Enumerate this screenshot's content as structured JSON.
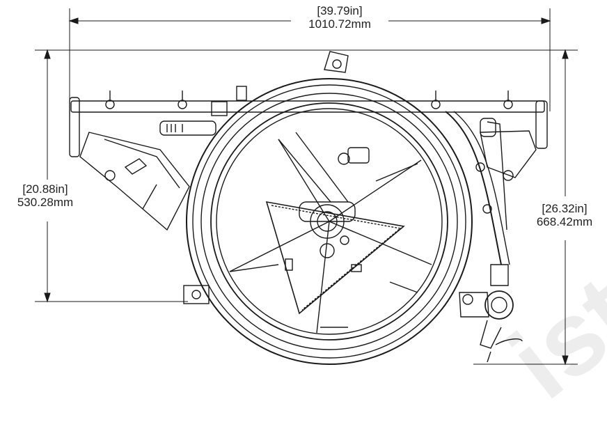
{
  "drawing": {
    "ink_color": "#1a1a1a",
    "watermark_color": "#cccccc"
  },
  "dimensions": {
    "overall_width": {
      "imperial": "[39.79in]",
      "metric": "1010.72mm"
    },
    "side_height": {
      "imperial": "[20.88in]",
      "metric": "530.28mm"
    },
    "overall_height": {
      "imperial": "[26.32in]",
      "metric": "668.42mm"
    }
  },
  "watermark_text": "ist"
}
